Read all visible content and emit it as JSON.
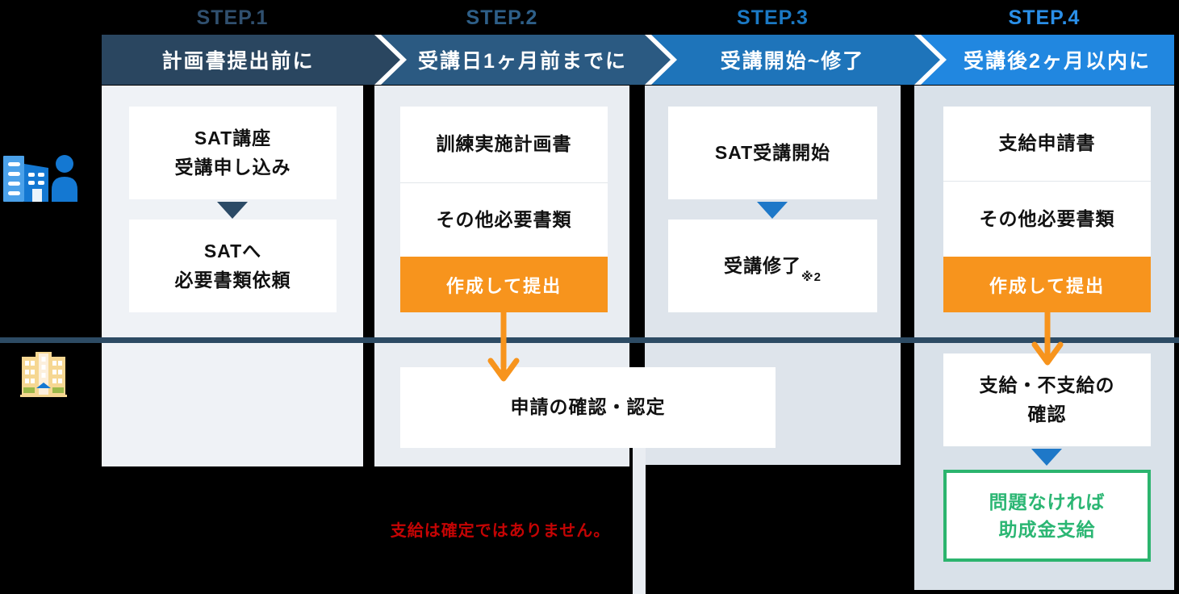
{
  "steps": [
    {
      "label": "STEP.1",
      "title": "計画書提出前に",
      "bar_color": "#2a4660"
    },
    {
      "label": "STEP.2",
      "title": "受講日1ヶ月前までに",
      "bar_color": "#2b5a82"
    },
    {
      "label": "STEP.3",
      "title": "受講開始~修了",
      "bar_color": "#1e74ba"
    },
    {
      "label": "STEP.4",
      "title": "受講後2ヶ月以内に",
      "bar_color": "#2187e0"
    }
  ],
  "flow": {
    "step1": {
      "box1": "SAT講座\n受講申し込み",
      "box2": "SATへ\n必要書類依頼"
    },
    "step2": {
      "doc1": "訓練実施計画書",
      "doc2": "その他必要書類",
      "action": "作成して提出"
    },
    "step3": {
      "box1": "SAT受講開始",
      "box2": "受講修了",
      "box2_note": "※2"
    },
    "step4": {
      "doc1": "支給申請書",
      "doc2": "その他必要書類",
      "action": "作成して提出"
    },
    "review": "申請の確認・認定",
    "result_check": "支給・不支給の\n確認",
    "grant": "問題なければ\n助成金支給"
  },
  "note": "支給は確定ではありません。",
  "actors": {
    "applicant": "company-and-person-icon",
    "government": "government-building-icon"
  },
  "colors": {
    "step1_bar": "#2a4660",
    "step2_bar": "#2b5a82",
    "step3_bar": "#1e74ba",
    "step4_bar": "#2187e0",
    "col1_bg": "#eff2f6",
    "col2_bg": "#e9edf2",
    "col3_bg": "#dee4eb",
    "col4_bg": "#d9e1e9",
    "divider": "#2d4b64",
    "orange": "#f7941d",
    "green": "#2cb46e",
    "red_note": "#c40404",
    "blue_triangle": "#1e78c8",
    "navy_triangle": "#2b4a66"
  }
}
